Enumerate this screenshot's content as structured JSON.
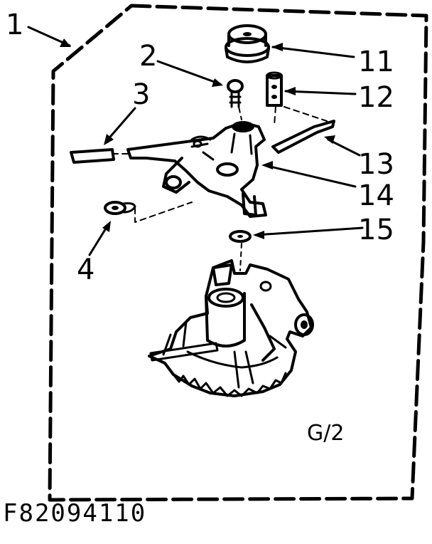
{
  "callouts": {
    "c1": "1",
    "c2": "2",
    "c3": "3",
    "c4": "4",
    "c11": "11",
    "c12": "12",
    "c13": "13",
    "c14": "14",
    "c15": "15"
  },
  "view_label": "G/2",
  "drawing_code": "F82094110"
}
